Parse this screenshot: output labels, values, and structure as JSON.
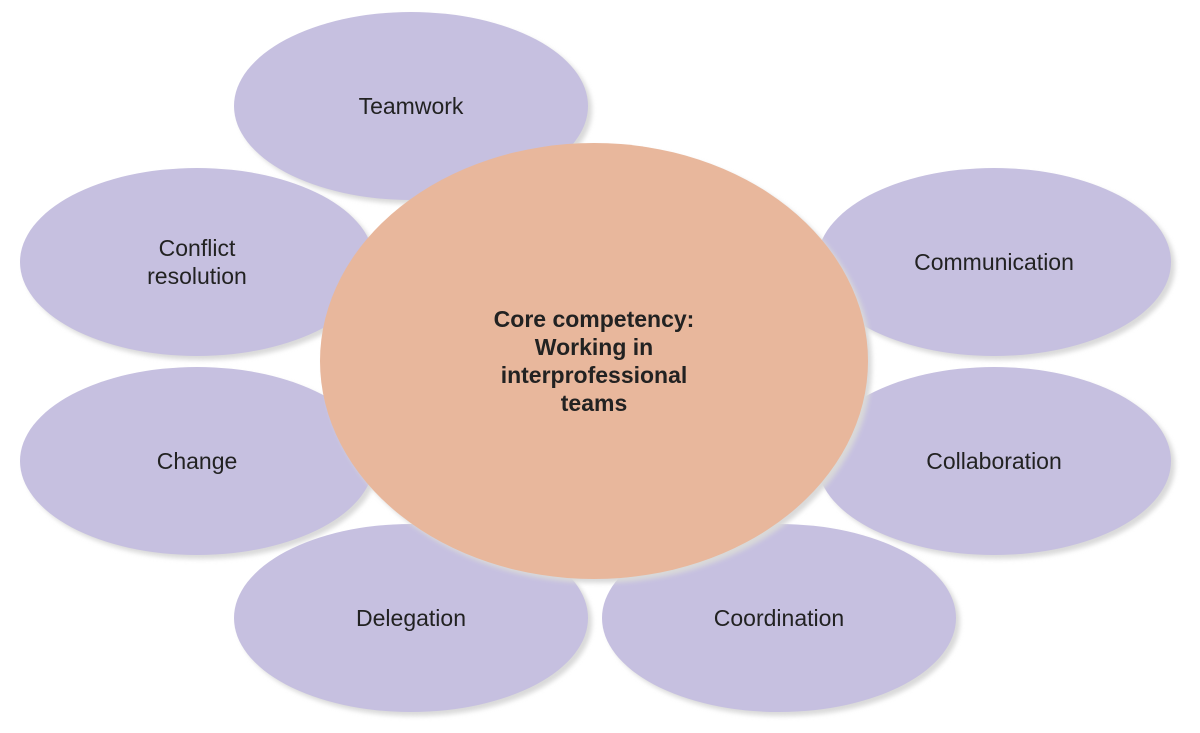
{
  "center": {
    "lines": [
      "Core competency:",
      "Working in",
      "interprofessional",
      "teams"
    ],
    "fill": "#e8b79c"
  },
  "satellites": [
    {
      "id": "teamwork",
      "lines": [
        "Teamwork"
      ]
    },
    {
      "id": "conflict-resolution",
      "lines": [
        "Conflict",
        "resolution"
      ]
    },
    {
      "id": "change",
      "lines": [
        "Change"
      ]
    },
    {
      "id": "delegation",
      "lines": [
        "Delegation"
      ]
    },
    {
      "id": "coordination",
      "lines": [
        "Coordination"
      ]
    },
    {
      "id": "collaboration",
      "lines": [
        "Collaboration"
      ]
    },
    {
      "id": "communication",
      "lines": [
        "Communication"
      ]
    }
  ],
  "colors": {
    "satellite_fill": "#c6c0e0",
    "shadow": "#d9d9d9",
    "text": "#222222"
  }
}
